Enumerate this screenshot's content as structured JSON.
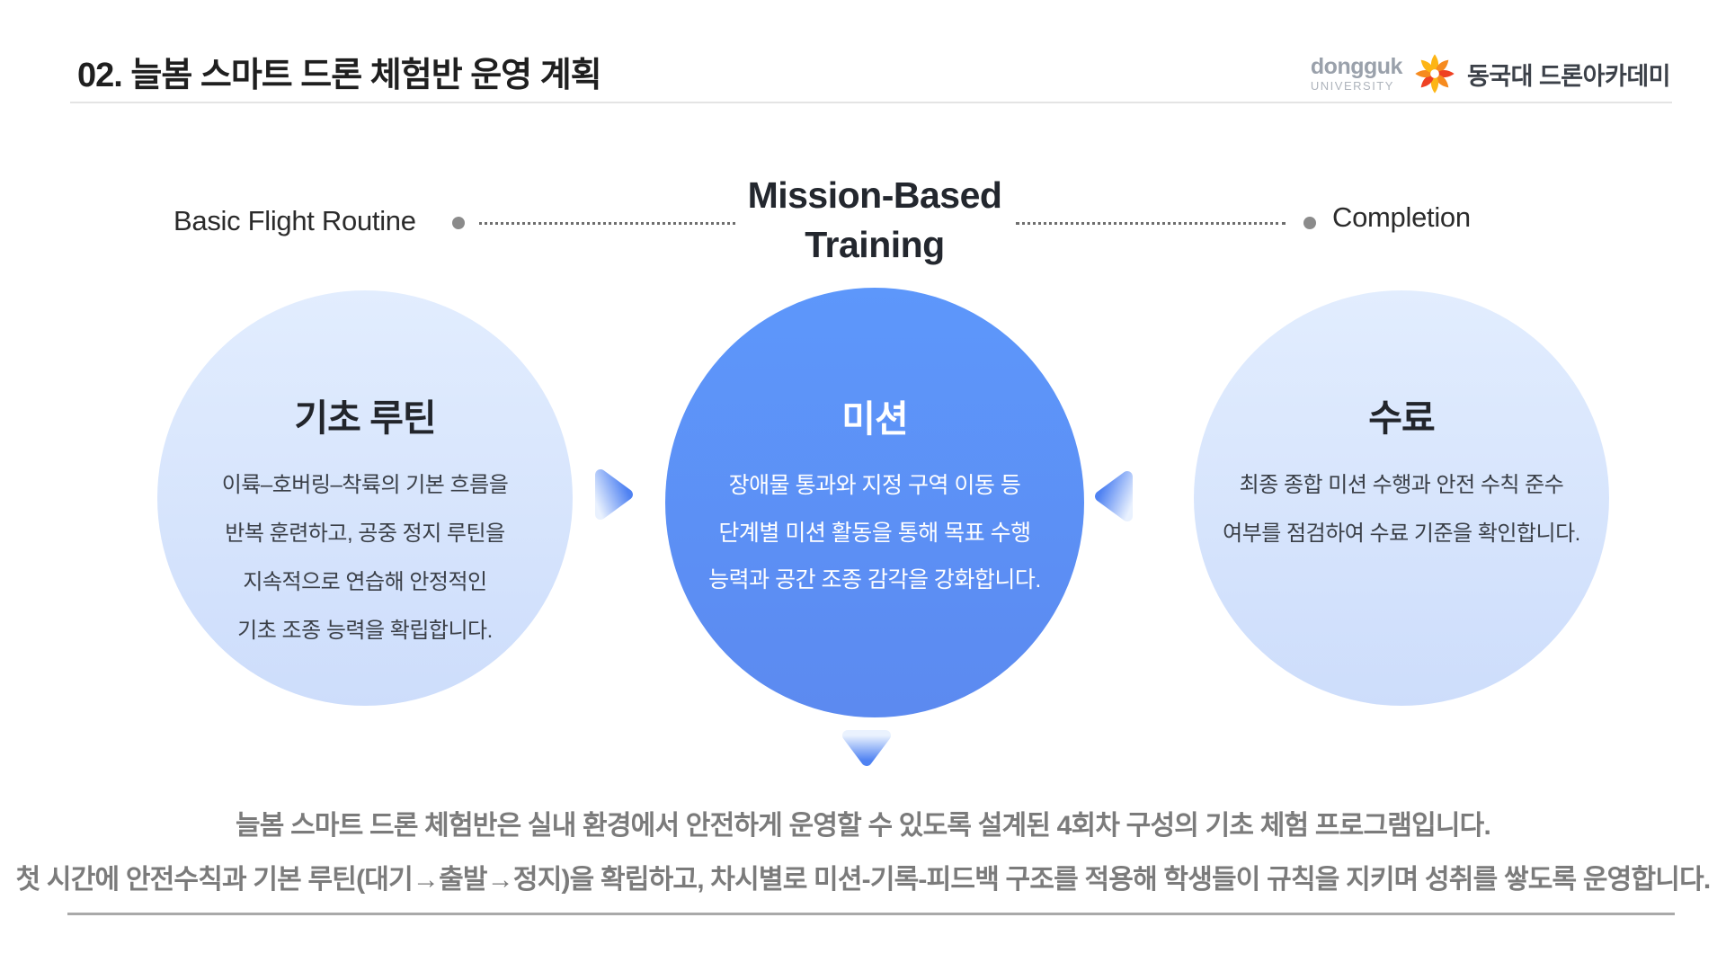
{
  "header": {
    "title": "02. 늘봄 스마트 드론 체험반 운영 계획",
    "logo": {
      "brand_top": "dongguk",
      "brand_bottom": "UNIVERSITY",
      "academy": "동국대 드론아카데미"
    }
  },
  "diagram": {
    "stage_labels": {
      "left": "Basic Flight Routine",
      "center_line1": "Mission-Based",
      "center_line2": "Training",
      "right": "Completion"
    },
    "circles": [
      {
        "title": "기초 루틴",
        "lines": [
          "이륙–호버링–착륙의 기본 흐름을",
          "반복 훈련하고, 공중 정지 루틴을",
          "지속적으로 연습해 안정적인",
          "기초 조종 능력을 확립합니다."
        ]
      },
      {
        "title": "미션",
        "lines": [
          "장애물 통과와 지정 구역 이동 등",
          "단계별 미션 활동을 통해 목표 수행",
          "능력과 공간 조종 감각을 강화합니다."
        ]
      },
      {
        "title": "수료",
        "lines": [
          "최종 종합 미션 수행과 안전 수칙 준수",
          "여부를 점검하여 수료 기준을 확인합니다."
        ]
      }
    ]
  },
  "footer": {
    "line1": "늘봄 스마트 드론 체험반은 실내 환경에서 안전하게 운영할 수 있도록 설계된 4회차 구성의 기초 체험 프로그램입니다.",
    "line2": "첫 시간에 안전수칙과 기본 루틴(대기→출발→정지)을 확립하고, 차시별로 미션-기록-피드백 구조를 적용해 학생들이 규칙을 지키며 성취를 쌓도록 운영합니다."
  },
  "colors": {
    "accent_blue": "#5d97fb",
    "light_circle_top": "#e2edfe",
    "light_circle_bottom": "#cdddfb",
    "title_text": "#1f1f1f",
    "footer_text": "#7b7b7b",
    "logo_orange": "#f68b1f",
    "logo_yellow": "#fdb515",
    "logo_red": "#ef4123"
  }
}
